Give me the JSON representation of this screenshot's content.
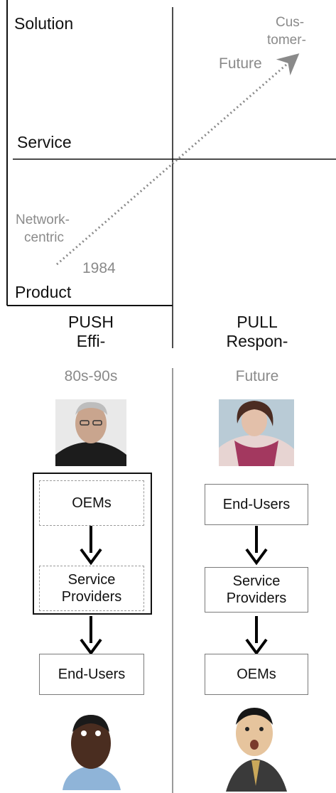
{
  "matrix": {
    "y_labels": {
      "top": "Solution",
      "middle": "Service",
      "bottom": "Product"
    },
    "annotations": {
      "customer": [
        "Cus-",
        "tomer-"
      ],
      "future": "Future",
      "network": [
        "Network-",
        "centric"
      ],
      "year": "1984"
    }
  },
  "columns": {
    "push": {
      "title": [
        "PUSH",
        "Effi-"
      ],
      "era": "80s-90s",
      "boxes": {
        "oems": "OEMs",
        "service_providers": [
          "Service",
          "Providers"
        ],
        "end_users": "End-Users"
      }
    },
    "pull": {
      "title": [
        "PULL",
        "Respon-"
      ],
      "era": "Future",
      "boxes": {
        "end_users": "End-Users",
        "service_providers": [
          "Service",
          "Providers"
        ],
        "oems": "OEMs"
      }
    }
  },
  "colors": {
    "grey_text": "#8a8a8a",
    "line": "#111111",
    "divider": "#9a9a9a"
  }
}
